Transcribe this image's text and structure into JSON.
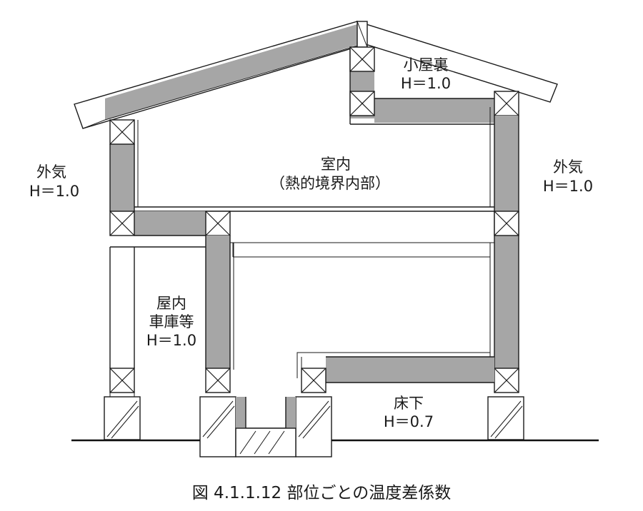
{
  "labels": {
    "attic": {
      "name": "小屋裏",
      "value": "H＝1.0"
    },
    "interior": {
      "name": "室内",
      "note": "（熱的境界内部）"
    },
    "exterior_left": {
      "name": "外気",
      "value": "H＝1.0"
    },
    "exterior_right": {
      "name": "外気",
      "value": "H＝1.0"
    },
    "garage": {
      "line1": "屋内",
      "line2": "車庫等",
      "value": "H＝1.0"
    },
    "underfloor": {
      "name": "床下",
      "value": "H＝0.7"
    }
  },
  "caption": "図 4.1.1.12 部位ごとの温度差係数",
  "colors": {
    "insulation": "#a6a6a6",
    "line": "#1a1a1a",
    "background": "#ffffff"
  }
}
